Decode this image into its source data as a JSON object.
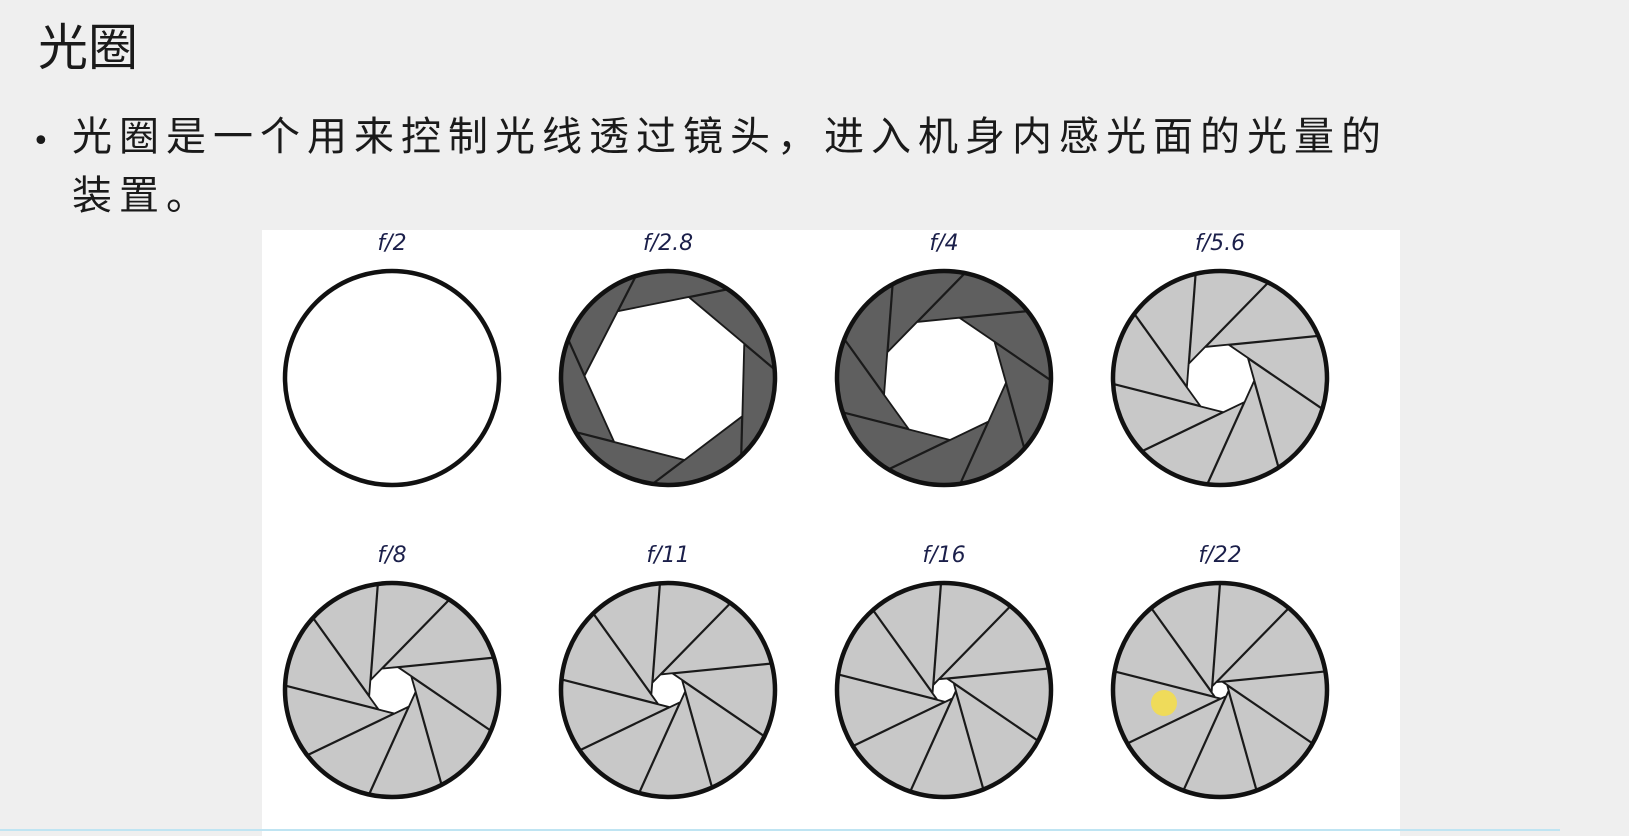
{
  "slide": {
    "title": "光圈",
    "bullet_line1": "光圈是一个用来控制光线透过镜头，进入机身内感光面的光量的",
    "bullet_line2": "装置。"
  },
  "apertures": [
    {
      "label": "f/2",
      "blades": 0,
      "opening": 1.0,
      "blade_color": "#5f5f5f"
    },
    {
      "label": "f/2.8",
      "blades": 7,
      "opening": 0.78,
      "blade_color": "#5f5f5f"
    },
    {
      "label": "f/4",
      "blades": 9,
      "opening": 0.58,
      "blade_color": "#5f5f5f"
    },
    {
      "label": "f/5.6",
      "blades": 9,
      "opening": 0.32,
      "blade_color": "#c8c8c8"
    },
    {
      "label": "f/8",
      "blades": 9,
      "opening": 0.22,
      "blade_color": "#c8c8c8"
    },
    {
      "label": "f/11",
      "blades": 9,
      "opening": 0.16,
      "blade_color": "#c8c8c8"
    },
    {
      "label": "f/16",
      "blades": 9,
      "opening": 0.11,
      "blade_color": "#c8c8c8"
    },
    {
      "label": "f/22",
      "blades": 9,
      "opening": 0.08,
      "blade_color": "#c8c8c8"
    }
  ],
  "colors": {
    "background": "#efefef",
    "panel": "#ffffff",
    "ring": "#111111",
    "label": "#1b1f4a",
    "cursor": "#f3dd4e",
    "divider": "#bfe4f2"
  }
}
